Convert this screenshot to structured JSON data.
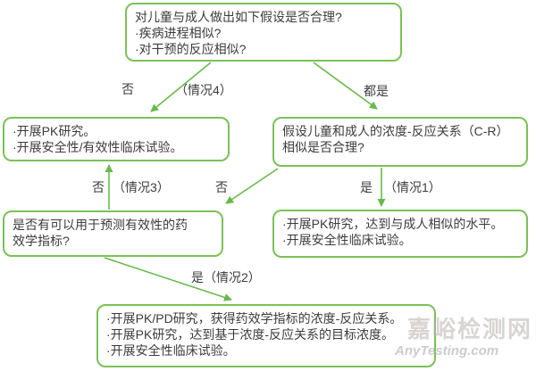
{
  "flowchart": {
    "title_hint": "儿童用药外推决策流程图",
    "colors": {
      "box_border_green": "#7bc158",
      "arrow_green": "#69b94c",
      "text": "#3c3c3c",
      "watermark_gray": "#c9c2c2"
    },
    "nodes": {
      "start": {
        "lines": [
          "对儿童与成人做出如下假设是否合理?",
          "·疾病进程相似?",
          "·对干预的反应相似?"
        ]
      },
      "case4_action": {
        "lines": [
          "·开展PK研究。",
          "·开展安全性/有效性临床试验。"
        ]
      },
      "cr_question": {
        "lines": [
          "假设儿童和成人的浓度-反应关系（C-R）",
          "相似是否合理?"
        ]
      },
      "pd_question": {
        "lines": [
          "是否有可以用于预测有效性的药",
          "效学指标?"
        ]
      },
      "case1_action": {
        "lines": [
          "·开展PK研究，达到与成人相似的水平。",
          "·开展安全性临床试验。"
        ]
      },
      "case2_action": {
        "lines": [
          "·开展PK/PD研究，获得药效学指标的浓度-反应关系。",
          "·开展PK研究，达到基于浓度-反应关系的目标浓度。",
          "·开展安全性临床试验。"
        ]
      }
    },
    "edge_labels": {
      "no_case4_no": "否",
      "no_case4_tag": "（情况4）",
      "both_yes": "都是",
      "no_case3_no": "否",
      "no_case3_tag": "（情况3）",
      "no_to_pd": "否",
      "yes_case1_yes": "是",
      "yes_case1_tag": "（情况1）",
      "yes_case2": "是（情况2）"
    }
  },
  "watermark": {
    "site_name": "嘉峪检测网",
    "site_url": "AnyTesting.com"
  }
}
